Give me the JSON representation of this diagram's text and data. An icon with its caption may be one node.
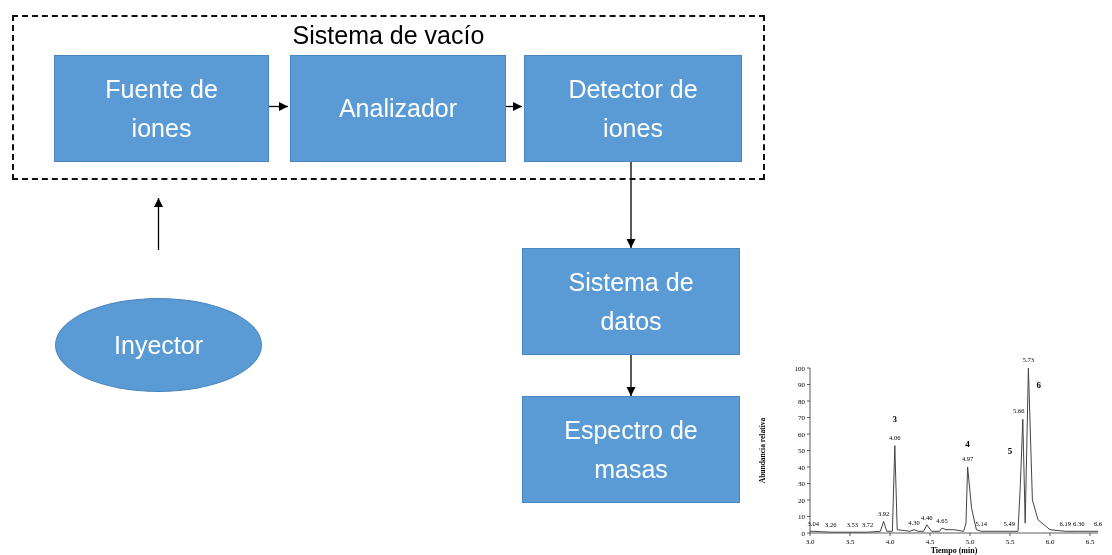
{
  "diagram": {
    "nodes": [
      {
        "text": [
          "Sistema de vacío"
        ]
      },
      {
        "text": [
          "Fuente de iones"
        ],
        "in": 0
      },
      {
        "text": [
          "Analizador"
        ],
        "in": 0
      },
      {
        "text": [
          "Detector de iones"
        ],
        "in": 0
      },
      {
        "text": [
          "Sistema de datos"
        ]
      },
      {
        "text": [
          "Espectro de masas"
        ]
      },
      {
        "text": [
          "Inyector"
        ]
      }
    ],
    "edges": [
      {
        "from": 1,
        "to": 2,
        "arrow": "to"
      },
      {
        "from": 2,
        "to": 3,
        "arrow": "to"
      },
      {
        "from": 3,
        "to": 4,
        "arrow": "to"
      },
      {
        "from": 4,
        "to": 5,
        "arrow": "to"
      },
      {
        "from": 6,
        "to": 0,
        "arrow": "to"
      }
    ],
    "chart_data": {
      "type": "line",
      "xlabel": "Tiempo (min)",
      "ylabel": "Abundancia relativa",
      "x": [
        3.0,
        3.04,
        3.26,
        3.53,
        3.72,
        3.88,
        3.92,
        3.96,
        4.03,
        4.06,
        4.09,
        4.25,
        4.3,
        4.35,
        4.42,
        4.46,
        4.52,
        4.62,
        4.65,
        4.7,
        4.8,
        4.92,
        4.95,
        4.97,
        5.02,
        5.08,
        5.14,
        5.49,
        5.6,
        5.63,
        5.66,
        5.69,
        5.73,
        5.78,
        5.85,
        6.0,
        6.19,
        6.36,
        6.6
      ],
      "series": [
        {
          "values": [
            1,
            1,
            0.5,
            0.5,
            0.5,
            1,
            7,
            1,
            1,
            53,
            2,
            1,
            2,
            1,
            1,
            5,
            1,
            1,
            3,
            2,
            2,
            1,
            6,
            40,
            15,
            2,
            1,
            1,
            1,
            30,
            69,
            6,
            100,
            20,
            8,
            2,
            1,
            1,
            1
          ]
        }
      ],
      "xlim": [
        3.0,
        6.6
      ],
      "ylim": [
        0,
        100
      ],
      "xticks": [
        {
          "value": 3.0,
          "label": "3.0"
        },
        {
          "value": 3.5,
          "label": "3.5"
        },
        {
          "value": 4.0,
          "label": "4.0"
        },
        {
          "value": 4.5,
          "label": "4.5"
        },
        {
          "value": 5.0,
          "label": "5.0"
        },
        {
          "value": 5.5,
          "label": "5.5"
        },
        {
          "value": 6.0,
          "label": "6.0"
        },
        {
          "value": 6.5,
          "label": "6.5"
        }
      ],
      "yticks": [
        0,
        10,
        20,
        30,
        40,
        50,
        60,
        70,
        80,
        90,
        100
      ],
      "annotations": [
        {
          "x": 3.04,
          "y": 1,
          "text": "3.04"
        },
        {
          "x": 3.26,
          "y": 0.5,
          "text": "3.26"
        },
        {
          "x": 3.53,
          "y": 0.5,
          "text": "3.53"
        },
        {
          "x": 3.72,
          "y": 0.5,
          "text": "3.72"
        },
        {
          "x": 3.92,
          "y": 7,
          "text": "3.92"
        },
        {
          "x": 4.06,
          "y": 53,
          "text": "4.06"
        },
        "3",
        {
          "x": 4.3,
          "y": 2,
          "text": "4.30"
        },
        {
          "x": 4.46,
          "y": 5,
          "text": "4.46"
        },
        {
          "x": 4.65,
          "y": 3,
          "text": "4.65"
        },
        {
          "x": 4.97,
          "y": 40,
          "text": "4.97"
        },
        "4",
        {
          "x": 5.14,
          "y": 1,
          "text": "5.14"
        },
        {
          "x": 5.49,
          "y": 1,
          "text": "5.49"
        },
        "5",
        {
          "x": 5.66,
          "y": 69,
          "text": "5.66"
        },
        {
          "x": 5.73,
          "y": 100,
          "text": "5.73"
        },
        "6",
        {
          "x": 6.19,
          "y": 1,
          "text": "6.19"
        },
        {
          "x": 6.36,
          "y": 1,
          "text": "6.36"
        },
        {
          "x": 6.6,
          "y": 1,
          "text": "6.6"
        }
      ]
    }
  }
}
